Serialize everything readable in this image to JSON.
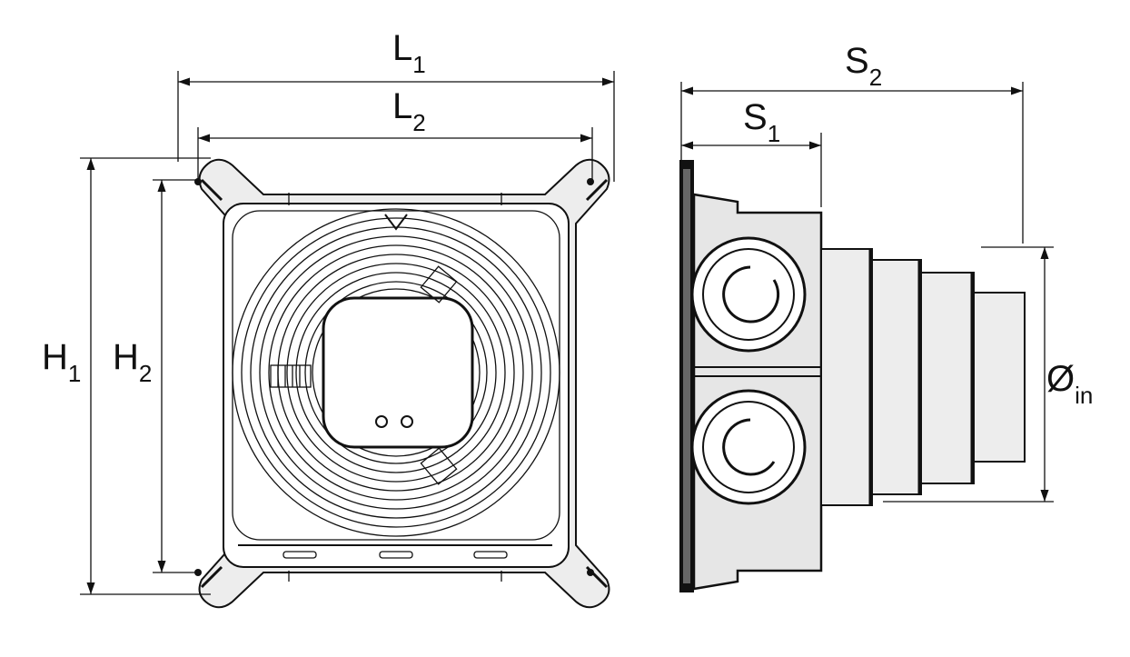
{
  "labels": {
    "l1": {
      "main": "L",
      "sub": "1"
    },
    "l2": {
      "main": "L",
      "sub": "2"
    },
    "h1": {
      "main": "H",
      "sub": "1"
    },
    "h2": {
      "main": "H",
      "sub": "2"
    },
    "s1": {
      "main": "S",
      "sub": "1"
    },
    "s2": {
      "main": "S",
      "sub": "2"
    },
    "diameter": {
      "main": "Ø",
      "sub": "in"
    }
  },
  "colors": {
    "line": "#111111",
    "fill": "#e6e6e6",
    "background": "#ffffff"
  }
}
